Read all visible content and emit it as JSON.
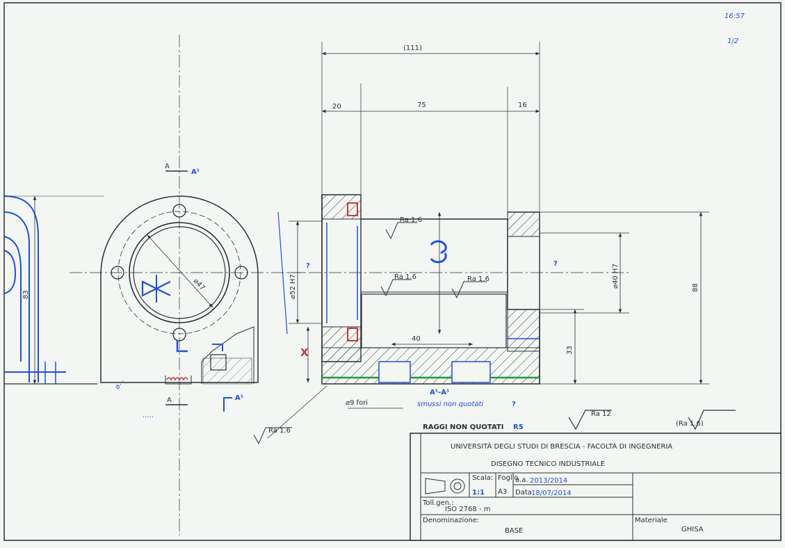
{
  "corner": {
    "time": "16:57",
    "sheet": "1/2"
  },
  "dimensions": {
    "overall": "(111)",
    "seg1": "20",
    "seg2": "75",
    "seg3": "16",
    "height": "88",
    "height_lower": "33",
    "dia_left": "⌀52 H7",
    "dia_right": "⌀40 H7",
    "bottom_len": "40",
    "pitch": "⌀47",
    "left_h": "83",
    "bolt": "⌀9 fori"
  },
  "annotations": {
    "section_label_top": "A",
    "section_mark_top": "A¹",
    "section_label_bottom": "A",
    "section_mark_bottom": "A¹",
    "section_view": "A¹-A¹",
    "question": "?",
    "bevel_note": "smussi non quotati",
    "radii_note": "RAGGI NON QUOTATI",
    "radii_value": "R5",
    "roughness_main": "Ra 1.6",
    "roughness_general": "Ra 12",
    "roughness_paren": "(Ra 1.6)"
  },
  "title_block": {
    "university": "UNIVERSITÀ DEGLI STUDI DI BRESCIA - FACOLTÀ DI INGEGNERIA",
    "course": "DISEGNO TECNICO INDUSTRIALE",
    "scale_label": "Scala:",
    "scale_value": "1:1",
    "sheet_label": "Foglio",
    "sheet_value": "A3",
    "year_label": "a.a.",
    "year_value": "2013/2014",
    "date_label": "Data",
    "date_value": "18/07/2014",
    "tolerance_label": "Toll.gen.:",
    "tolerance_value": "ISO 2768 - m",
    "name_label": "Denominazione:",
    "name_value": "BASE",
    "material_label": "Materiale",
    "material_value": "GHISA"
  }
}
